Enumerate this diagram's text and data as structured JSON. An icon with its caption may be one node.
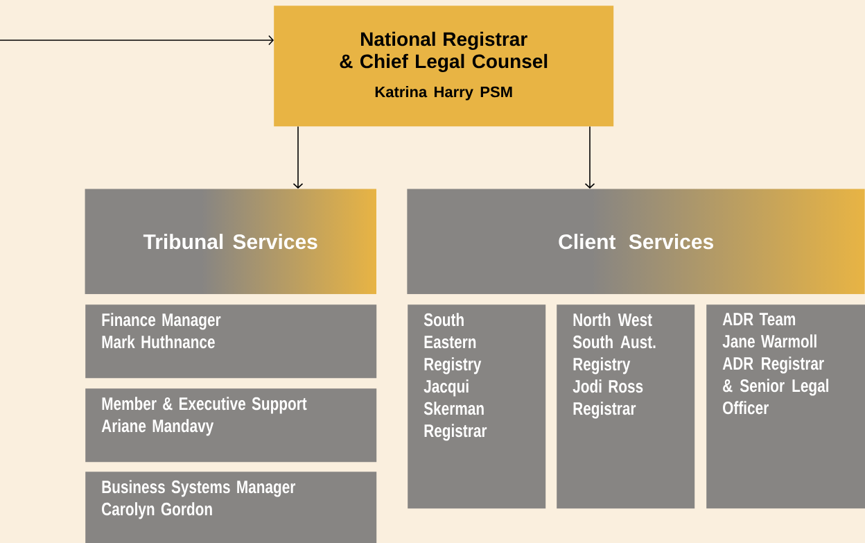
{
  "diagram": {
    "nodes": [
      {
        "text": [
          "National Registrar & Chief Legal Counsel",
          "Katrina Harry PSM"
        ]
      },
      {
        "text": [
          "Tribunal Services"
        ]
      },
      {
        "text": [
          "Client Services"
        ]
      },
      {
        "text": [
          "Finance Manager",
          "Mark Huthnance"
        ]
      },
      {
        "text": [
          "Member & Executive Support",
          "Ariane Mandavy"
        ]
      },
      {
        "text": [
          "Business Systems Manager",
          "Carolyn Gordon"
        ]
      },
      {
        "text": [
          "South Eastern Registry",
          "Jacqui Skerman",
          "Registrar"
        ]
      },
      {
        "text": [
          "North West South Aust. Registry",
          "Jodi Ross",
          "Registrar"
        ]
      },
      {
        "text": [
          "ADR Team",
          "Jane Warmoll",
          "ADR Registrar & Senior Legal Officer"
        ]
      }
    ],
    "edges": [
      {
        "from": null,
        "to": 0,
        "arrow": "to"
      },
      {
        "from": 0,
        "to": 1,
        "arrow": "to"
      },
      {
        "from": 0,
        "to": 2,
        "arrow": "to"
      }
    ]
  }
}
